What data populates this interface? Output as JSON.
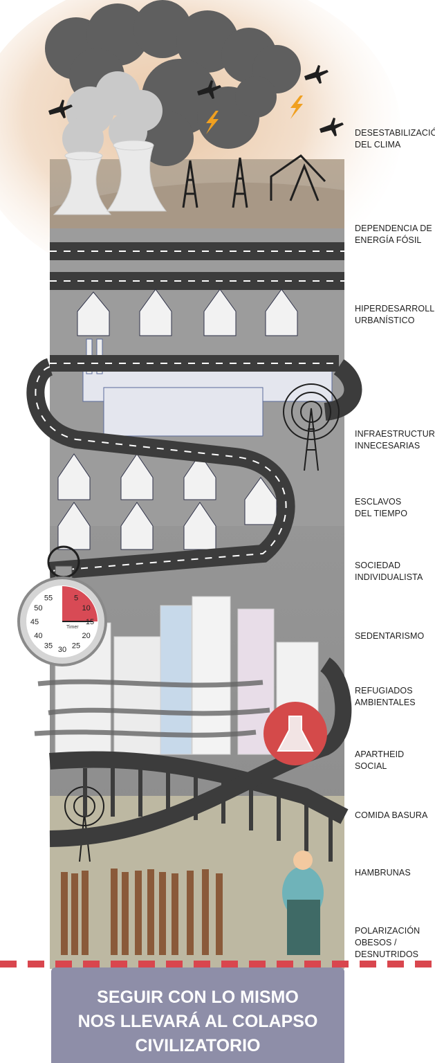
{
  "labels": [
    {
      "id": "desestabilizacion",
      "text": "DESESTABILIZACIÓN\nDEL CLIMA"
    },
    {
      "id": "dependencia",
      "text": "DEPENDENCIA DE\nENERGÍA FÓSIL"
    },
    {
      "id": "hiperdesarrollo",
      "text": "HIPERDESARROLLO\nURBANÍSTICO"
    },
    {
      "id": "infraestructuras",
      "text": "INFRAESTRUCTURAS\nINNECESARIAS"
    },
    {
      "id": "esclavos",
      "text": "ESCLAVOS\nDEL TIEMPO"
    },
    {
      "id": "sociedad",
      "text": "SOCIEDAD\nINDIVIDUALISTA"
    },
    {
      "id": "sedentarismo",
      "text": "SEDENTARISMO"
    },
    {
      "id": "refugiados",
      "text": "REFUGIADOS\nAMBIENTALES"
    },
    {
      "id": "apartheid",
      "text": "APARTHEID\nSOCIAL"
    },
    {
      "id": "comida",
      "text": "COMIDA BASURA"
    },
    {
      "id": "hambrunas",
      "text": "HAMBRUNAS"
    },
    {
      "id": "polarizacion",
      "text": "POLARIZACIÓN\nOBESOS /\nDESNUTRIDOS"
    }
  ],
  "footer": {
    "text": "SEGUIR CON LO MISMO\nNOS LLEVARÁ AL COLAPSO\nCIVILIZATORIO"
  },
  "timer": {
    "numbers": [
      "5",
      "10",
      "15",
      "20",
      "25",
      "30",
      "35",
      "40",
      "45",
      "50",
      "55"
    ],
    "label": "Timer",
    "elapsed_minutes": 15
  },
  "colors": {
    "accent_red": "#d9464e",
    "footer_bg": "#8e8ea8",
    "road": "#3c3c3c",
    "column": "#8a8a8a"
  }
}
